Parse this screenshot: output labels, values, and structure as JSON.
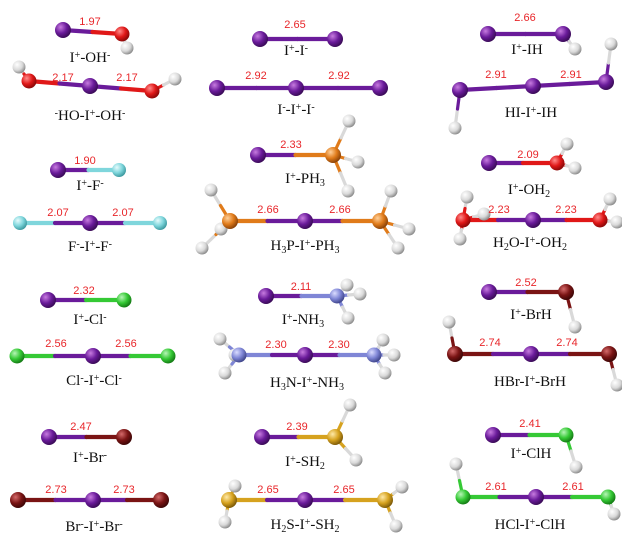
{
  "colors": {
    "iodine": "#6a1b9a",
    "oxygen": "#e01818",
    "hydrogen": "#d9d9d9",
    "fluorine": "#7fd6dc",
    "chlorine": "#35c935",
    "bromine": "#7a1414",
    "phosphorus": "#e07b1a",
    "nitrogen": "#7f86d6",
    "sulfur": "#d6a21e",
    "bond_length_text": "#e8262a"
  },
  "bond_lengths": {
    "i_oh": "1.97",
    "oh_i_oh_left": "2.17",
    "oh_i_oh_right": "2.17",
    "i_i": "2.65",
    "i_i_i_left": "2.92",
    "i_i_i_right": "2.92",
    "i_ih": "2.66",
    "hi_i_ih_left": "2.91",
    "hi_i_ih_right": "2.91",
    "i_f": "1.90",
    "f_i_f_left": "2.07",
    "f_i_f_right": "2.07",
    "i_ph3": "2.33",
    "ph3_i_ph3_left": "2.66",
    "ph3_i_ph3_right": "2.66",
    "i_oh2": "2.09",
    "oh2_i_oh2_left": "2.23",
    "oh2_i_oh2_right": "2.23",
    "i_cl": "2.32",
    "cl_i_cl_left": "2.56",
    "cl_i_cl_right": "2.56",
    "i_nh3": "2.11",
    "nh3_i_nh3_left": "2.30",
    "nh3_i_nh3_right": "2.30",
    "i_brh": "2.52",
    "brh_i_brh_left": "2.74",
    "brh_i_brh_right": "2.74",
    "i_br": "2.47",
    "br_i_br_left": "2.73",
    "br_i_br_right": "2.73",
    "i_sh2": "2.39",
    "sh2_i_sh2_left": "2.65",
    "sh2_i_sh2_right": "2.65",
    "i_clh": "2.41",
    "clh_i_clh_left": "2.61",
    "clh_i_clh_right": "2.61"
  },
  "labels": {
    "i_oh": [
      {
        "t": "I"
      },
      {
        "t": "+",
        "s": "sup"
      },
      {
        "t": "-OH"
      },
      {
        "t": "-",
        "s": "sup"
      }
    ],
    "oh_i_oh": [
      {
        "t": "-",
        "s": "sup"
      },
      {
        "t": "HO-I"
      },
      {
        "t": "+",
        "s": "sup"
      },
      {
        "t": "-OH"
      },
      {
        "t": "-",
        "s": "sup"
      }
    ],
    "i_i": [
      {
        "t": "I"
      },
      {
        "t": "+",
        "s": "sup"
      },
      {
        "t": "-I"
      },
      {
        "t": "-",
        "s": "sup"
      }
    ],
    "i_i_i": [
      {
        "t": "I"
      },
      {
        "t": "-",
        "s": "sup"
      },
      {
        "t": "-I"
      },
      {
        "t": "+",
        "s": "sup"
      },
      {
        "t": "-I"
      },
      {
        "t": "-",
        "s": "sup"
      }
    ],
    "i_ih": [
      {
        "t": "I"
      },
      {
        "t": "+",
        "s": "sup"
      },
      {
        "t": "-IH"
      }
    ],
    "hi_i_ih": [
      {
        "t": "HI-I"
      },
      {
        "t": "+",
        "s": "sup"
      },
      {
        "t": "-IH"
      }
    ],
    "i_f": [
      {
        "t": "I"
      },
      {
        "t": "+",
        "s": "sup"
      },
      {
        "t": "-F"
      },
      {
        "t": "-",
        "s": "sup"
      }
    ],
    "f_i_f": [
      {
        "t": "F"
      },
      {
        "t": "-",
        "s": "sup"
      },
      {
        "t": "-I"
      },
      {
        "t": "+",
        "s": "sup"
      },
      {
        "t": "-F"
      },
      {
        "t": "-",
        "s": "sup"
      }
    ],
    "i_ph3": [
      {
        "t": "I"
      },
      {
        "t": "+",
        "s": "sup"
      },
      {
        "t": "-PH"
      },
      {
        "t": "3",
        "s": "sub"
      }
    ],
    "ph3_i_ph3": [
      {
        "t": "H"
      },
      {
        "t": "3",
        "s": "sub"
      },
      {
        "t": "P-I"
      },
      {
        "t": "+",
        "s": "sup"
      },
      {
        "t": "-PH"
      },
      {
        "t": "3",
        "s": "sub"
      }
    ],
    "i_oh2": [
      {
        "t": "I"
      },
      {
        "t": "+",
        "s": "sup"
      },
      {
        "t": "-OH"
      },
      {
        "t": "2",
        "s": "sub"
      }
    ],
    "oh2_i_oh2": [
      {
        "t": "H"
      },
      {
        "t": "2",
        "s": "sub"
      },
      {
        "t": "O-I"
      },
      {
        "t": "+",
        "s": "sup"
      },
      {
        "t": "-OH"
      },
      {
        "t": "2",
        "s": "sub"
      }
    ],
    "i_cl": [
      {
        "t": "I"
      },
      {
        "t": "+",
        "s": "sup"
      },
      {
        "t": "-Cl"
      },
      {
        "t": "-",
        "s": "sup"
      }
    ],
    "cl_i_cl": [
      {
        "t": "Cl"
      },
      {
        "t": "-",
        "s": "sup"
      },
      {
        "t": "-I"
      },
      {
        "t": "+",
        "s": "sup"
      },
      {
        "t": "-Cl"
      },
      {
        "t": "-",
        "s": "sup"
      }
    ],
    "i_nh3": [
      {
        "t": "I"
      },
      {
        "t": "+",
        "s": "sup"
      },
      {
        "t": "-NH"
      },
      {
        "t": "3",
        "s": "sub"
      }
    ],
    "nh3_i_nh3": [
      {
        "t": "H"
      },
      {
        "t": "3",
        "s": "sub"
      },
      {
        "t": "N-I"
      },
      {
        "t": "+",
        "s": "sup"
      },
      {
        "t": "-NH"
      },
      {
        "t": "3",
        "s": "sub"
      }
    ],
    "i_brh": [
      {
        "t": "I"
      },
      {
        "t": "+",
        "s": "sup"
      },
      {
        "t": "-BrH"
      }
    ],
    "brh_i_brh": [
      {
        "t": "HBr-I"
      },
      {
        "t": "+",
        "s": "sup"
      },
      {
        "t": "-BrH"
      }
    ],
    "i_br": [
      {
        "t": "I"
      },
      {
        "t": "+",
        "s": "sup"
      },
      {
        "t": "-Br"
      },
      {
        "t": "-",
        "s": "sup"
      }
    ],
    "br_i_br": [
      {
        "t": "Br"
      },
      {
        "t": "-",
        "s": "sup"
      },
      {
        "t": "-I"
      },
      {
        "t": "+",
        "s": "sup"
      },
      {
        "t": "-Br"
      },
      {
        "t": "-",
        "s": "sup"
      }
    ],
    "i_sh2": [
      {
        "t": "I"
      },
      {
        "t": "+",
        "s": "sup"
      },
      {
        "t": "-SH"
      },
      {
        "t": "2",
        "s": "sub"
      }
    ],
    "sh2_i_sh2": [
      {
        "t": "H"
      },
      {
        "t": "2",
        "s": "sub"
      },
      {
        "t": "S-I"
      },
      {
        "t": "+",
        "s": "sup"
      },
      {
        "t": "-SH"
      },
      {
        "t": "2",
        "s": "sub"
      }
    ],
    "i_clh": [
      {
        "t": "I"
      },
      {
        "t": "+",
        "s": "sup"
      },
      {
        "t": "-ClH"
      }
    ],
    "clh_i_clh": [
      {
        "t": "HCl-I"
      },
      {
        "t": "+",
        "s": "sup"
      },
      {
        "t": "-ClH"
      }
    ]
  }
}
